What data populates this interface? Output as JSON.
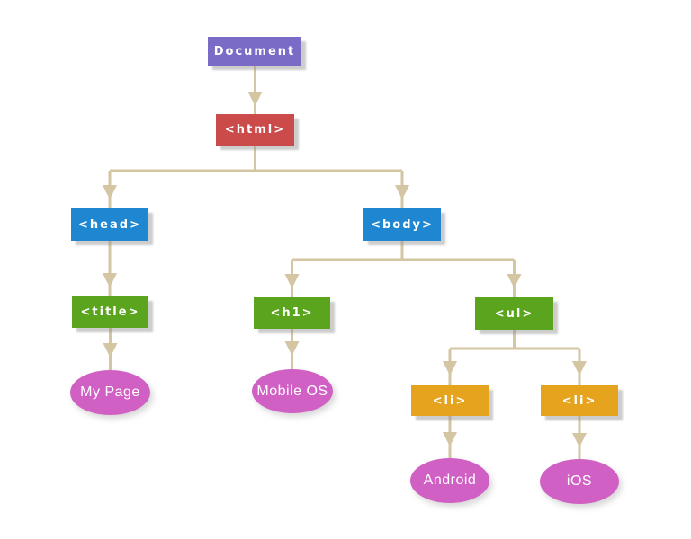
{
  "diagram_type": "dom-tree",
  "colors": {
    "background": "#ffffff",
    "connector": "#d4c5a3",
    "node_text": "#ffffff",
    "document_node": "#7a6bc6",
    "html_node": "#cb4a4a",
    "head_body_nodes": "#1f87d2",
    "element_nodes_green": "#5ba51e",
    "list_item_nodes": "#e6a41e",
    "text_leaf_nodes": "#d160c4"
  },
  "nodes": {
    "document": {
      "label": "Document",
      "shape": "box",
      "color": "#7a6bc6"
    },
    "html": {
      "label": "<html>",
      "shape": "box",
      "color": "#cb4a4a"
    },
    "head": {
      "label": "<head>",
      "shape": "box",
      "color": "#1f87d2"
    },
    "body": {
      "label": "<body>",
      "shape": "box",
      "color": "#1f87d2"
    },
    "title": {
      "label": "<title>",
      "shape": "box",
      "color": "#5ba51e"
    },
    "h1": {
      "label": "<h1>",
      "shape": "box",
      "color": "#5ba51e"
    },
    "ul": {
      "label": "<ul>",
      "shape": "box",
      "color": "#5ba51e"
    },
    "li_1": {
      "label": "<li>",
      "shape": "box",
      "color": "#e6a41e"
    },
    "li_2": {
      "label": "<li>",
      "shape": "box",
      "color": "#e6a41e"
    },
    "my_page": {
      "label": "My Page",
      "shape": "ellipse",
      "color": "#d160c4"
    },
    "mobile_os": {
      "label": "Mobile OS",
      "shape": "ellipse",
      "color": "#d160c4"
    },
    "android": {
      "label": "Android",
      "shape": "ellipse",
      "color": "#d160c4"
    },
    "ios": {
      "label": "iOS",
      "shape": "ellipse",
      "color": "#d160c4"
    }
  },
  "edges": [
    {
      "from": "document",
      "to": "html"
    },
    {
      "from": "html",
      "to": "head"
    },
    {
      "from": "html",
      "to": "body"
    },
    {
      "from": "head",
      "to": "title"
    },
    {
      "from": "title",
      "to": "my_page"
    },
    {
      "from": "body",
      "to": "h1"
    },
    {
      "from": "body",
      "to": "ul"
    },
    {
      "from": "h1",
      "to": "mobile_os"
    },
    {
      "from": "ul",
      "to": "li_1"
    },
    {
      "from": "ul",
      "to": "li_2"
    },
    {
      "from": "li_1",
      "to": "android"
    },
    {
      "from": "li_2",
      "to": "ios"
    }
  ]
}
